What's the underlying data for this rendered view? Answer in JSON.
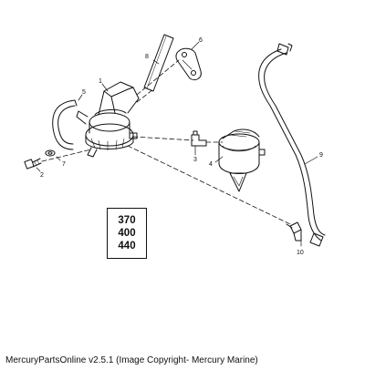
{
  "diagram": {
    "callouts": [
      "1",
      "2",
      "3",
      "4",
      "5",
      "6",
      "7",
      "8",
      "9",
      "10"
    ],
    "models": [
      "370",
      "400",
      "440"
    ]
  },
  "caption": "MercuryPartsOnline v2.5.1 (Image Copyright- Mercury Marine)"
}
